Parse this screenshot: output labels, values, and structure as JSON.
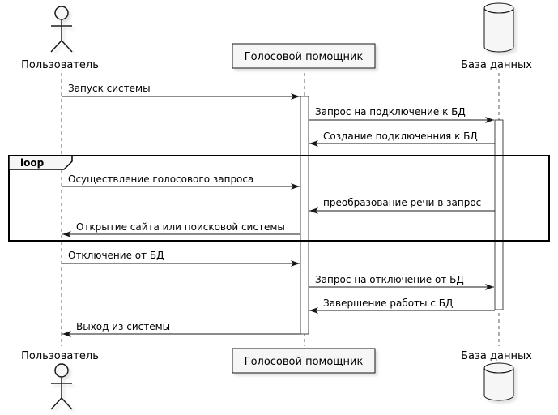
{
  "participants": {
    "user": {
      "name": "Пользователь",
      "kind": "actor"
    },
    "assistant": {
      "name": "Голосовой помощник",
      "kind": "participant"
    },
    "db": {
      "name": "База данных",
      "kind": "database"
    }
  },
  "loop": {
    "keyword": "loop"
  },
  "messages": [
    {
      "from": "user",
      "to": "assistant",
      "text": "Запуск системы"
    },
    {
      "from": "assistant",
      "to": "db",
      "text": "Запрос на подключение к БД"
    },
    {
      "from": "db",
      "to": "assistant",
      "text": "Создание подключенния к БД"
    },
    {
      "from": "user",
      "to": "assistant",
      "text": "Осуществление голосового запроса"
    },
    {
      "from": "db",
      "to": "assistant",
      "text": "преобразование речи в запрос"
    },
    {
      "from": "assistant",
      "to": "user",
      "text": "Открытие сайта или поисковой системы"
    },
    {
      "from": "user",
      "to": "assistant",
      "text": "Отключение от БД"
    },
    {
      "from": "assistant",
      "to": "db",
      "text": "Запрос на отключение от БД"
    },
    {
      "from": "db",
      "to": "assistant",
      "text": "Завершение работы с БД"
    },
    {
      "from": "assistant",
      "to": "user",
      "text": "Выход из системы"
    }
  ],
  "colors": {
    "box_fill": "#f6f6f6",
    "stroke": "#181818",
    "shadow": "#c8c8c8",
    "lifeline": "#181818"
  }
}
